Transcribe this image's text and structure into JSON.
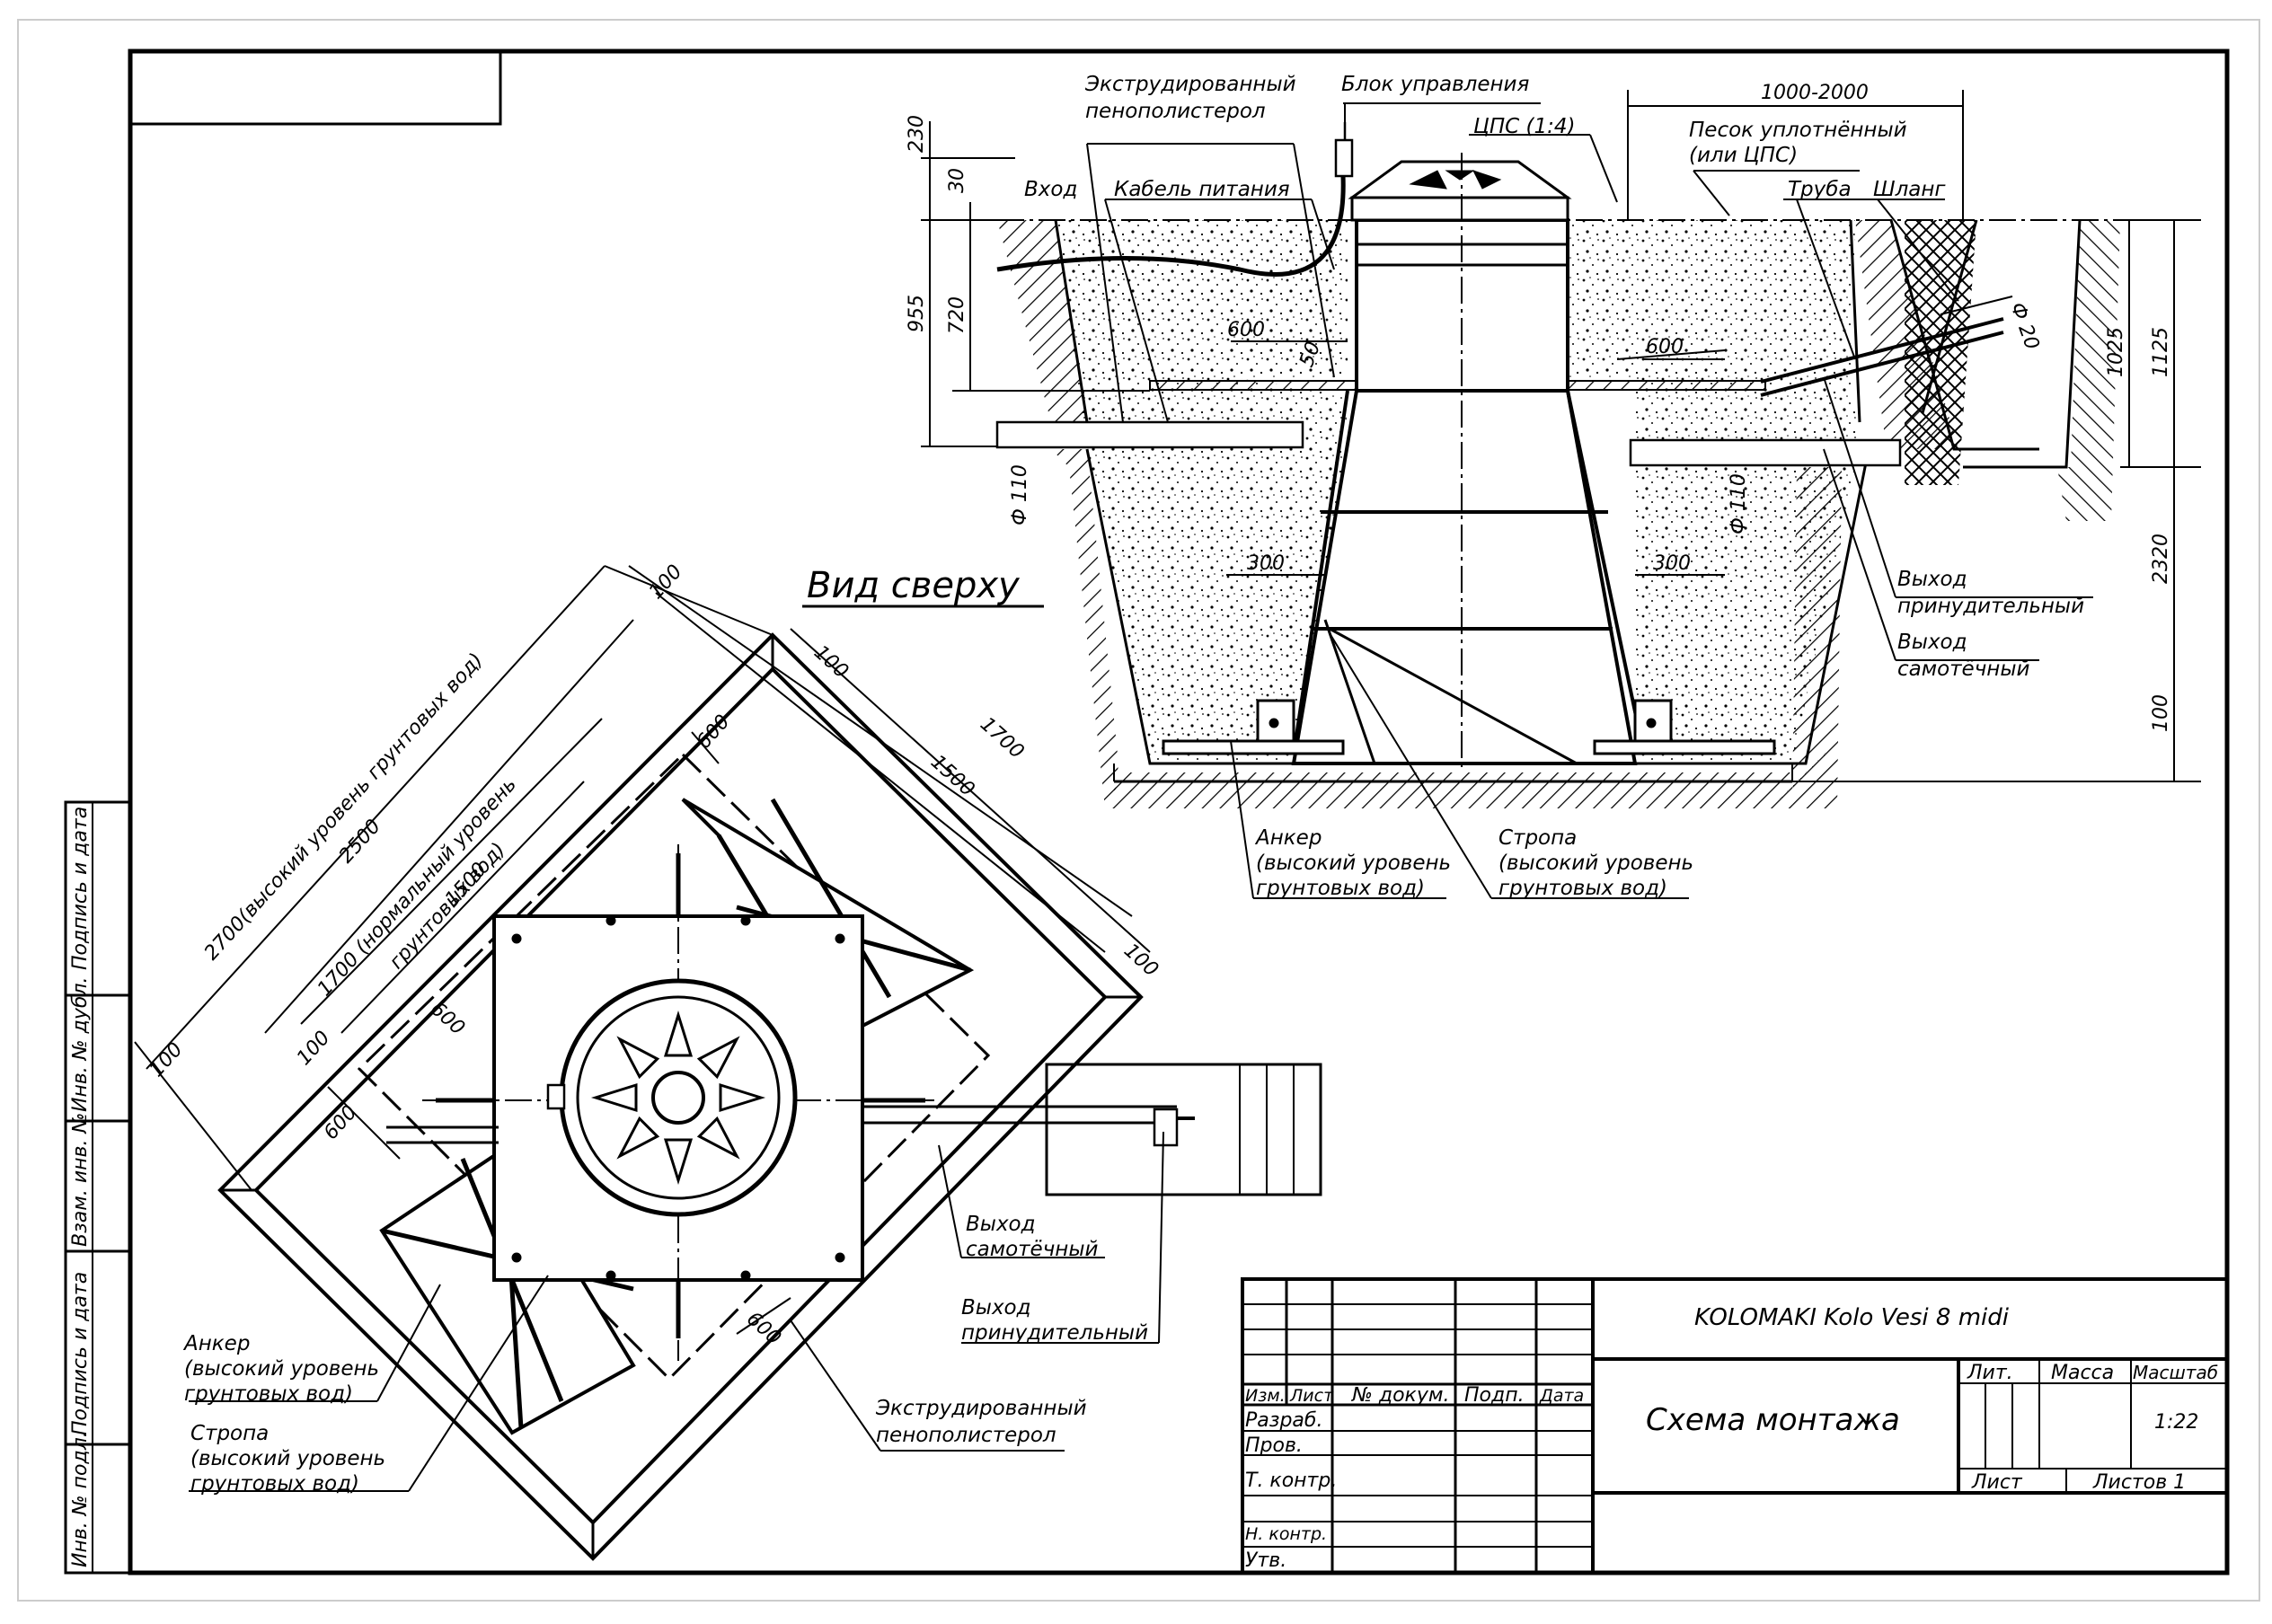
{
  "side_view": {
    "labels": {
      "extruded_foam_1": "Экструдированный",
      "extruded_foam_2": "пенополистерол",
      "control_block": "Блок управления",
      "cps": "ЦПС (1:4)",
      "entry": "Вход",
      "power_cable": "Кабель питания",
      "sand_1": "Песок уплотнённый",
      "sand_2": "(или ЦПС)",
      "pipe": "Труба",
      "hose": "Шланг",
      "out_forced_1": "Выход",
      "out_forced_2": "принудительный",
      "out_gravity_1": "Выход",
      "out_gravity_2": "самотёчный",
      "anchor_1": "Анкер",
      "anchor_2": "(высокий уровень",
      "anchor_3": "грунтовых вод)",
      "sling_1": "Стропа",
      "sling_2": "(высокий уровень",
      "sling_3": "грунтовых вод)"
    },
    "dims": {
      "d230": "230",
      "d30": "30",
      "d955": "955",
      "d720": "720",
      "d1000_2000": "1000-2000",
      "d600a": "600",
      "d50": "50",
      "d600b": "600",
      "phi110a": "Ф 110",
      "phi110b": "Ф 110",
      "d300a": "300",
      "d300b": "300",
      "phi20": "Ф 20",
      "d1025": "1025",
      "d1125": "1125",
      "d2320": "2320",
      "d100": "100"
    }
  },
  "top_view": {
    "title": "Вид сверху",
    "dims": {
      "d2700": "2700(высокий уровень грунтовых вод)",
      "d2500": "2500",
      "d1700n": "1700 (нормальный уровень",
      "d1700n2": "грунтовых вод)",
      "d1500a": "1500",
      "d100a": "100",
      "d100b": "100",
      "d100c": "100",
      "d100d": "100",
      "d100e": "100",
      "d600a": "600",
      "d600b": "600",
      "d600c": "600",
      "d600d": "600",
      "d1500b": "1500",
      "d1700": "1700"
    },
    "labels": {
      "gravity_1": "Выход",
      "gravity_2": "самотёчный",
      "forced_1": "Выход",
      "forced_2": "принудительный",
      "anchor_1": "Анкер",
      "anchor_2": "(высокий уровень",
      "anchor_3": "грунтовых вод)",
      "sling_1": "Стропа",
      "sling_2": "(высокий уровень",
      "sling_3": "грунтовых вод)",
      "foam_1": "Экструдированный",
      "foam_2": "пенополистерол"
    }
  },
  "side_stamp": {
    "sign_date_1": "Подпись и дата",
    "inv_dubl": "Инв. № дубл.",
    "vzam_inv": "Взам. инв. №",
    "sign_date_2": "Подпись и дата",
    "inv_podl": "Инв. № подл."
  },
  "title_block": {
    "product": "KOLOMAKI Kolo Vesi 8 midi",
    "drawing_title": "Схема монтажа",
    "col_izm": "Изм.",
    "col_list": "Лист",
    "col_doc": "№ докум.",
    "col_podp": "Подп.",
    "col_data": "Дата",
    "row_razrab": "Разраб.",
    "row_prov": "Пров.",
    "row_tkontr": "Т. контр.",
    "row_nkontr": "Н. контр.",
    "row_utv": "Утв.",
    "lit": "Лит.",
    "massa": "Масса",
    "masshtab": "Масштаб",
    "scale": "1:22",
    "sheet": "Лист",
    "sheets": "Листов 1"
  },
  "colors": {
    "line": "#000000",
    "paper": "#ffffff",
    "hatch": "#333333"
  }
}
